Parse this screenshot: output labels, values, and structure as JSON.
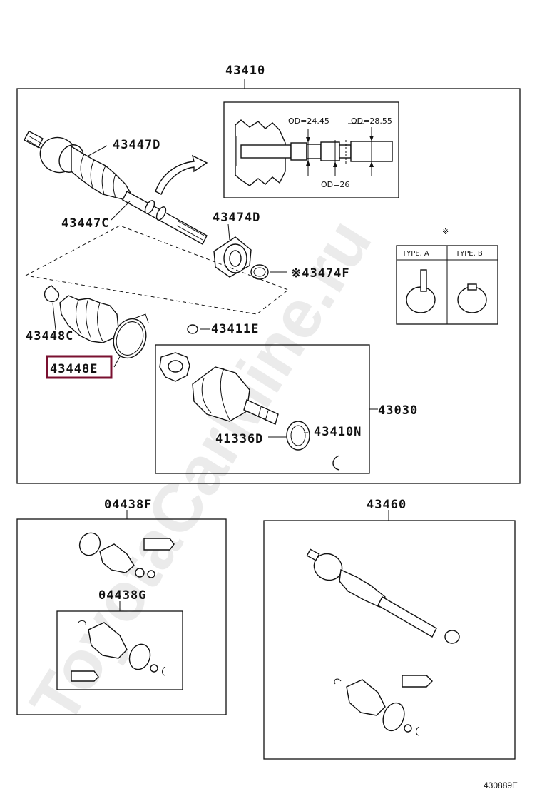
{
  "watermark": "ToyotaCarMine.ru",
  "figure_code": "430889E",
  "labels": {
    "p43410_top": "43410",
    "p43447D": "43447D",
    "p43447C": "43447C",
    "p43474D": "43474D",
    "p43474F": "※43474F",
    "p43448C": "43448C",
    "p43448E": "43448E",
    "p43411E": "43411E",
    "p43030": "43030",
    "p41336D": "41336D",
    "p43410N": "43410N",
    "p04438F": "04438F",
    "p04438G": "04438G",
    "p43460": "43460"
  },
  "detail": {
    "od1": "OD=24.45",
    "od2": "OD=28.55",
    "od3": "OD=26"
  },
  "type_box": {
    "mark": "※",
    "type_a": "TYPE. A",
    "type_b": "TYPE. B"
  },
  "highlight": {
    "part": "43448E",
    "color": "#7a1030"
  }
}
